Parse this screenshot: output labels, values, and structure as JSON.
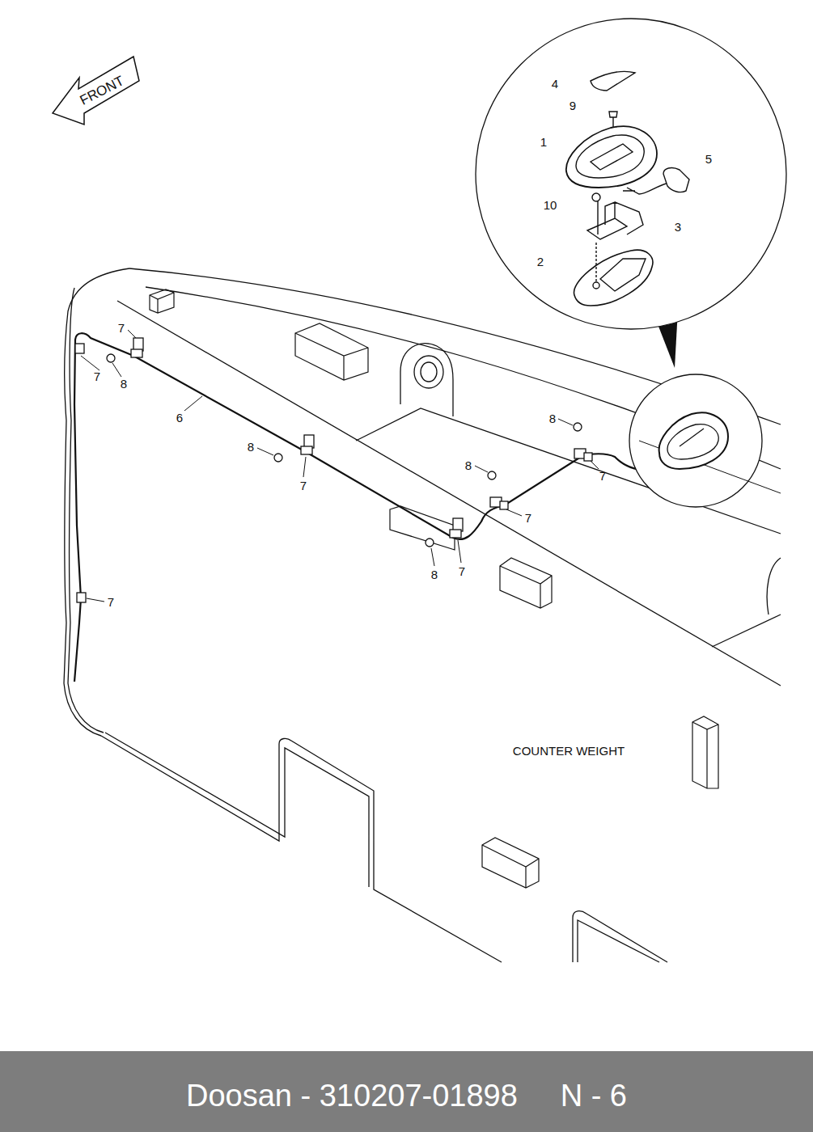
{
  "diagram": {
    "caption": "Doosan - 310207-01898     N - 6",
    "labels": [
      "FRONT",
      "4",
      "9",
      "1",
      "5",
      "10",
      "3",
      "2",
      "7",
      "7",
      "8",
      "6",
      "8",
      "7",
      "8",
      "7",
      "8",
      "7",
      "8",
      "7",
      "7",
      "COUNTER WEIGHT"
    ]
  }
}
